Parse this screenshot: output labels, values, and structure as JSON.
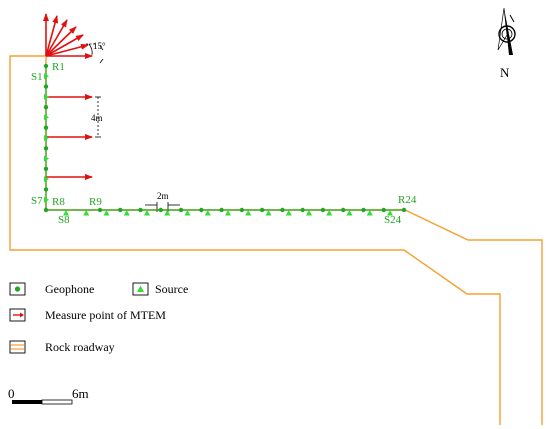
{
  "colors": {
    "roadway": "#f5a030",
    "geophone": "#22a622",
    "source": "#33dd33",
    "arrow": "#e01010",
    "label": "#22a622",
    "ink": "#000000"
  },
  "labels": {
    "angle": "15°",
    "spacing_vertical": "4m",
    "spacing_horizontal": "2m",
    "north": "N",
    "R1": "R1",
    "S1": "S1",
    "S7": "S7",
    "R8": "R8",
    "S8": "S8",
    "R9": "R9",
    "R24": "R24",
    "S24": "S24"
  },
  "legend": {
    "geophone": "Geophone",
    "source": "Source",
    "mtem": "Measure point of MTEM",
    "roadway": "Rock roadway"
  },
  "scale_bar": {
    "start": "0",
    "end": "6m"
  },
  "icons": {
    "north_arrow": "north-arrow-icon",
    "geophone": "green-dot-icon",
    "source": "green-triangle-icon",
    "mtem": "red-arrow-icon",
    "roadway": "double-orange-line-icon"
  }
}
